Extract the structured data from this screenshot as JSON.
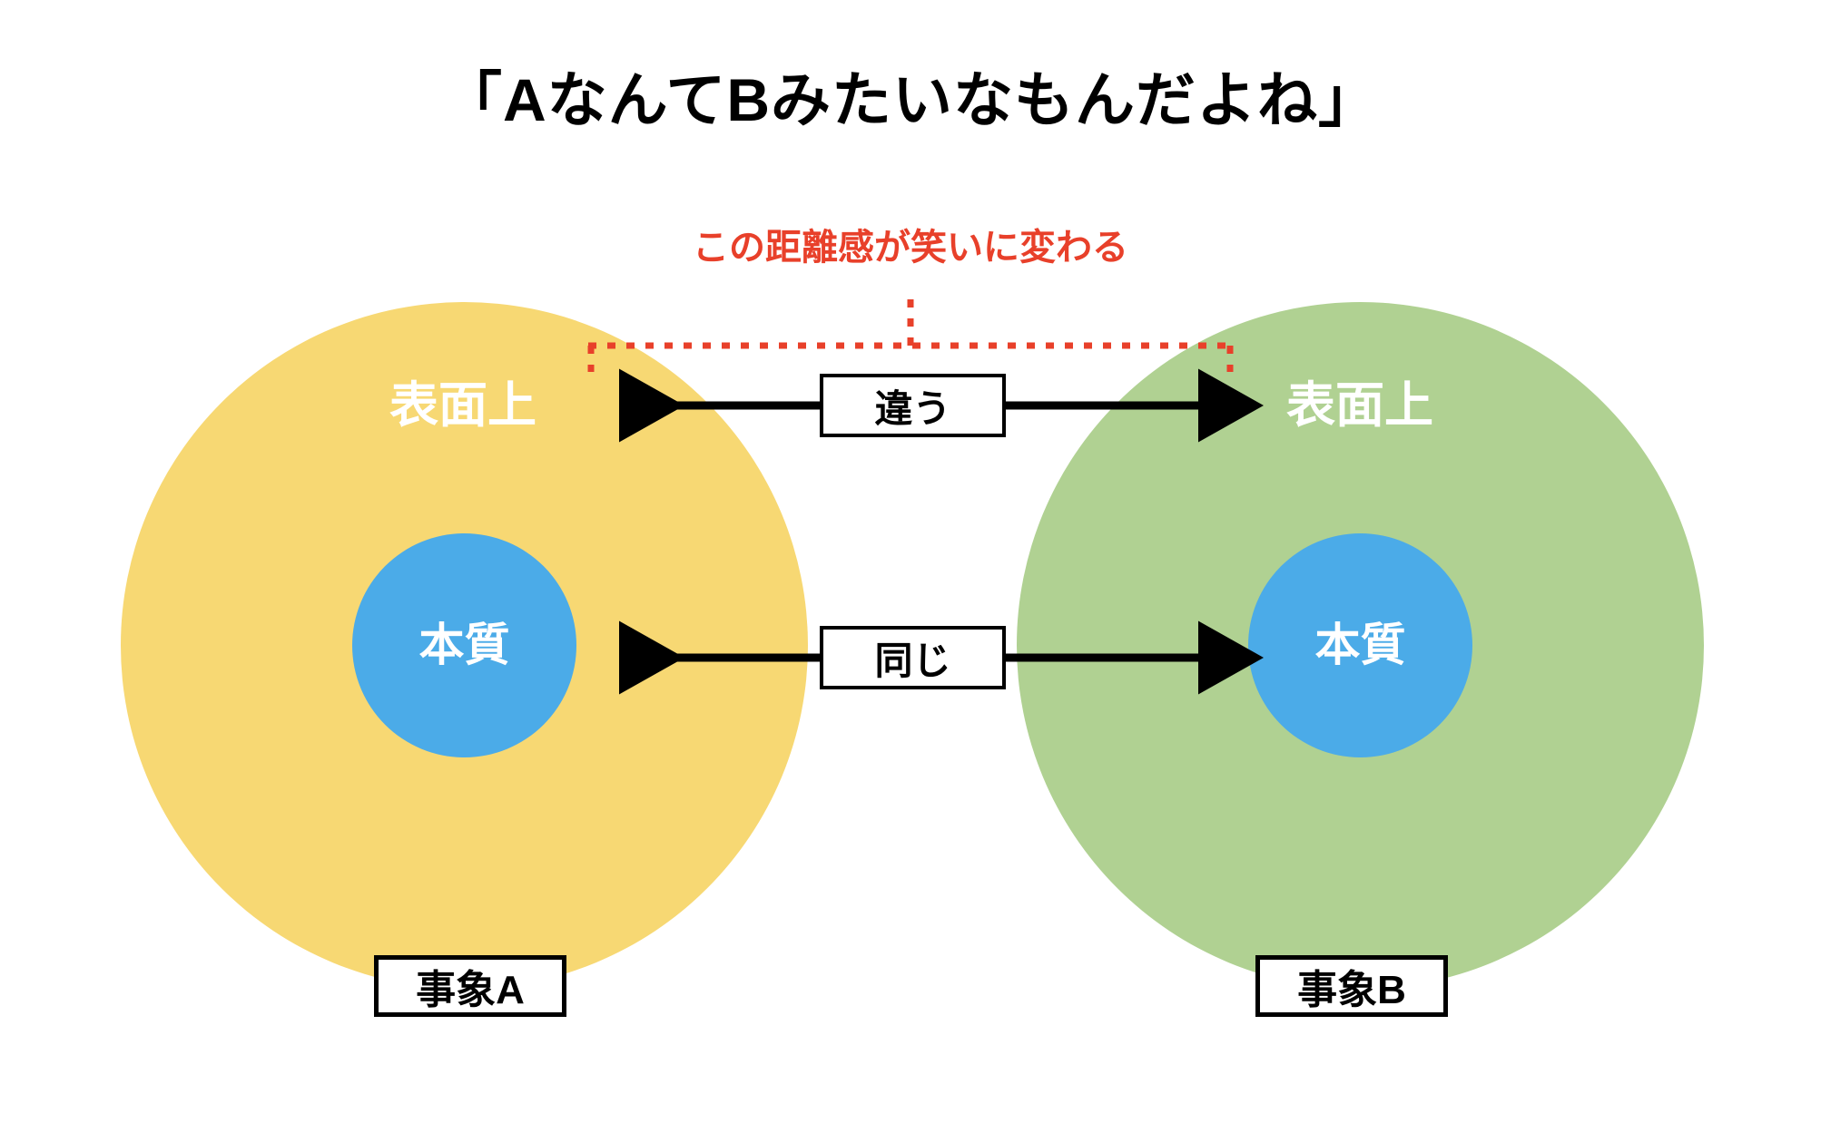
{
  "title": "「AなんてBみたいなもんだよね」",
  "annotation": {
    "red_note": "この距離感が笑いに変わる"
  },
  "colors": {
    "outer_a": "#F7D873",
    "outer_b": "#B0D192",
    "inner": "#4BABE8",
    "accent_red": "#E8402A",
    "stroke": "#000000",
    "background": "#FFFFFF"
  },
  "groups": [
    {
      "id": "a",
      "outer_label": "表面上",
      "inner_label": "本質",
      "caption": "事象A"
    },
    {
      "id": "b",
      "outer_label": "表面上",
      "inner_label": "本質",
      "caption": "事象B"
    }
  ],
  "connectors": [
    {
      "id": "surface",
      "label": "違う"
    },
    {
      "id": "essence",
      "label": "同じ"
    }
  ],
  "chart_data": {
    "type": "diagram",
    "title": "「AなんてBみたいなもんだよね」",
    "subtitle": "この距離感が笑いに変わる",
    "nodes": [
      {
        "name": "事象A",
        "layers": [
          "表面上",
          "本質"
        ],
        "color": "#F7D873",
        "inner_color": "#4BABE8"
      },
      {
        "name": "事象B",
        "layers": [
          "表面上",
          "本質"
        ],
        "color": "#B0D192",
        "inner_color": "#4BABE8"
      }
    ],
    "relations": [
      {
        "from": "事象A 表面上",
        "to": "事象B 表面上",
        "label": "違う",
        "style": "double-arrow-solid"
      },
      {
        "from": "事象A 本質",
        "to": "事象B 本質",
        "label": "同じ",
        "style": "double-arrow-solid"
      }
    ],
    "brackets": [
      {
        "spans": [
          "事象A 表面上",
          "事象B 表面上"
        ],
        "label": "この距離感が笑いに変わる",
        "color": "#E8402A",
        "style": "dotted"
      }
    ]
  }
}
